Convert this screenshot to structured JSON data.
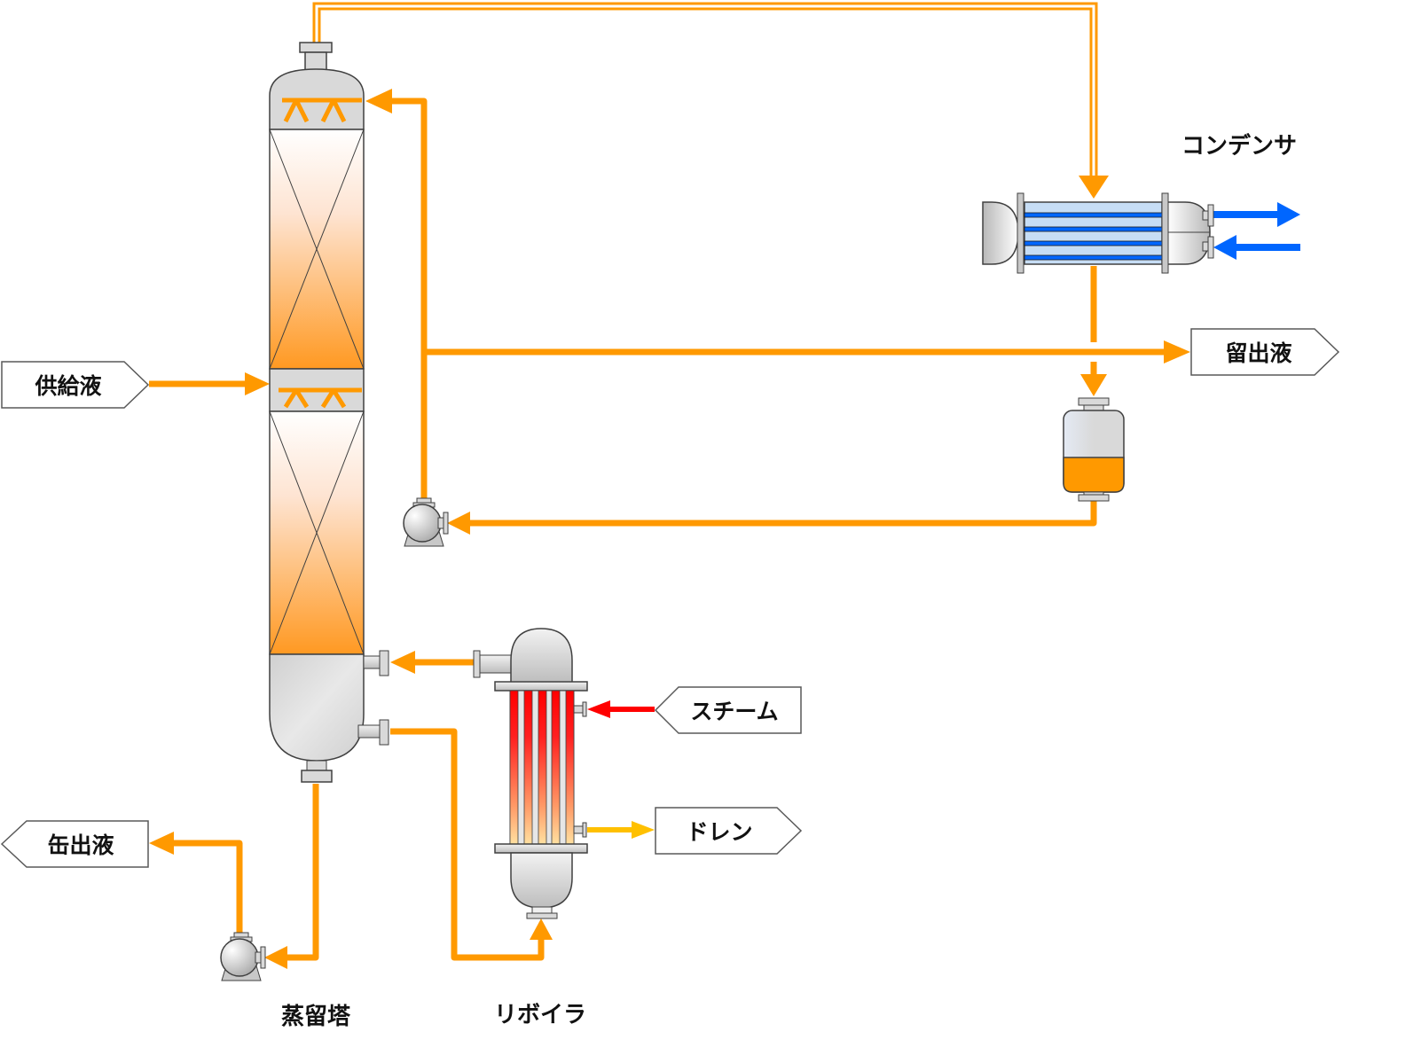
{
  "diagram": {
    "title": "Distillation process flow",
    "colors": {
      "process": "#FF9900",
      "cooling_water": "#0066FF",
      "steam": "#FF0000",
      "drain": "#FFC000",
      "equipment_gray": "#D9D9D9",
      "outline": "#404040",
      "tube_light": "#C6DDF5"
    },
    "equipment": {
      "column": {
        "label": "蒸留塔"
      },
      "reboiler": {
        "label": "リボイラ"
      },
      "condenser": {
        "label": "コンデンサ"
      },
      "reflux_drum": {
        "label": "",
        "liquid_level": 0.4
      },
      "reflux_pump": {
        "label": ""
      },
      "bottoms_pump": {
        "label": ""
      }
    },
    "streams": {
      "feed": {
        "label": "供給液",
        "direction": "in"
      },
      "distillate": {
        "label": "留出液",
        "direction": "out"
      },
      "bottoms": {
        "label": "缶出液",
        "direction": "out"
      },
      "steam": {
        "label": "スチーム",
        "direction": "in"
      },
      "drain": {
        "label": "ドレン",
        "direction": "out"
      },
      "cooling_water_out": {
        "label": "",
        "direction": "out"
      },
      "cooling_water_in": {
        "label": "",
        "direction": "in"
      }
    }
  }
}
